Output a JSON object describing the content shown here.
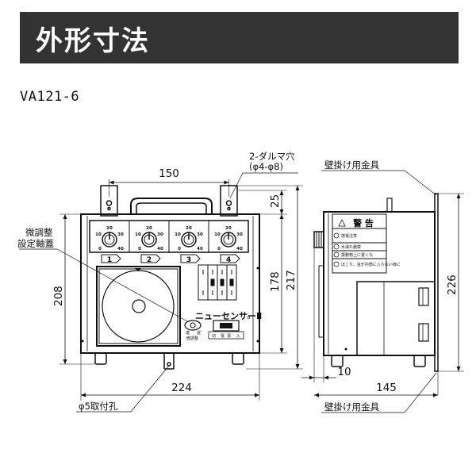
{
  "header": {
    "title": "外形寸法"
  },
  "model": "VA121-6",
  "front_view": {
    "dims": {
      "hole_pitch": "150",
      "top_offset": "25",
      "inner_height": "178",
      "total_height": "217",
      "body_height": "208",
      "width": "224"
    },
    "labels": {
      "mounting_holes_line1": "2-ダルマ穴",
      "mounting_holes_line2": "(φ4-φ8)",
      "micro_adjust_line1": "微調整",
      "micro_adjust_line2": "設定軸蓋",
      "fixing_hole": "φ5取付孔"
    },
    "knobs": [
      {
        "number": "1",
        "scale": [
          "20",
          "10",
          "30",
          "0",
          "40"
        ]
      },
      {
        "number": "2",
        "scale": [
          "20",
          "10",
          "30",
          "0",
          "40"
        ]
      },
      {
        "number": "3",
        "scale": [
          "20",
          "10",
          "30",
          "0",
          "40"
        ]
      },
      {
        "number": "4",
        "scale": [
          "20",
          "10",
          "30",
          "0",
          "40"
        ]
      }
    ],
    "brand_label": "ニューセンサーⅡ",
    "brand_suffix": "B",
    "adjust_label_left": "進",
    "adjust_label_right": "遅",
    "adjust_caption": "微調整",
    "switch_labels": [
      "切",
      "電",
      "源",
      "入"
    ]
  },
  "side_view": {
    "dims": {
      "height": "226",
      "offset": "10",
      "depth": "145"
    },
    "labels": {
      "bracket_top": "壁掛け用金具",
      "bracket_bottom": "壁掛け用金具"
    },
    "warning": {
      "title": "警 告",
      "rows": [
        "感電注意",
        "水濡れ厳禁",
        "振動物上に置くな",
        "ほこり、虫が内部に入らない様に"
      ]
    }
  }
}
